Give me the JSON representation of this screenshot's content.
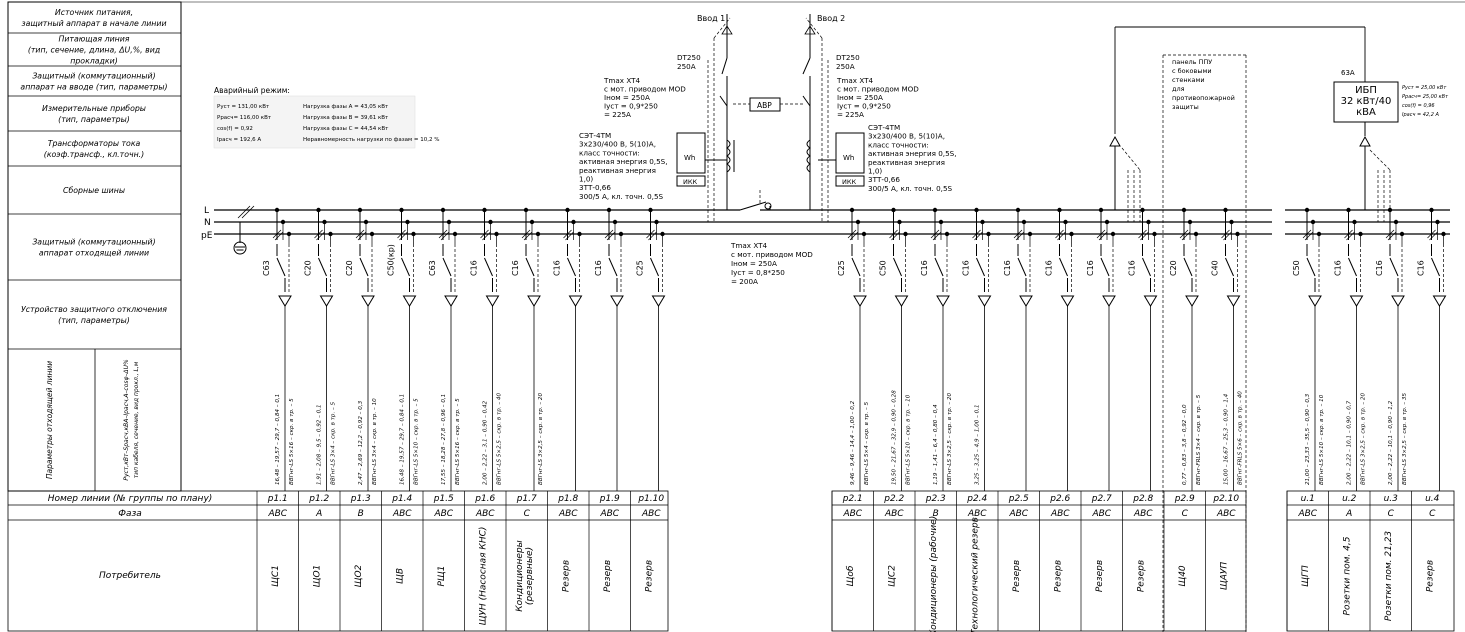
{
  "left_header_rows": [
    "Источник питания,\nзащитный аппарат в начале линии",
    "Питающая линия\n(тип, сечение, длина, ΔU,%, вид\nпрокладки)",
    "Защитный (коммутационный)\nаппарат на вводе (тип, параметры)",
    "Измерительные приборы\n(тип, параметры)",
    "Трансформаторы тока\n(коэф.трансф., кл.точн.)",
    "Сборные шины",
    "Защитный (коммутационный)\nаппарат отходящей линии",
    "Устройство защитного отключения\n(тип, параметры)"
  ],
  "params_label": "Параметры отходящей линии",
  "params_sublabel": "Pуст,кВт–Sрасч,кВА–Iрасч,А–cosφ–ΔU%\nтип кабеля, сечение, вид прокл., L,м",
  "row_labels": {
    "line": "Номер линии (№ группы по плану)",
    "phase": "Фаза",
    "consumer": "Потребитель"
  },
  "bus": {
    "L": "L",
    "N": "N",
    "PE": "pE"
  },
  "emergency": {
    "title": "Аварийный режим:",
    "left": [
      "Pуст = 131,00 кВт",
      "Pрасч= 116,00 кВт",
      "cos(f) = 0,92",
      "Iрасч = 192,6 А"
    ],
    "right": [
      "Нагрузка фазы А = 43,05 кВт",
      "Нагрузка фазы В = 39,61 кВт",
      "Нагрузка фазы С = 44,54 кВт",
      "Неравномерность нагрузки по фазам = 10,2 %"
    ]
  },
  "input1": {
    "name": "Ввод 1",
    "dt": [
      "DT250",
      "250A"
    ],
    "breaker": [
      "Tmax XT4",
      "с мот. приводом MOD",
      "Iном = 250A",
      "Iуст = 0,9*250",
      "= 225A"
    ],
    "meter": [
      "СЭТ-4ТМ",
      "3х230/400 В, 5(10)А,",
      "класс точности:",
      "активная энергия 0,5S,",
      "реактивная энергия",
      "1,0)",
      "3ТТ-0,66",
      "300/5 А, кл. точн. 0,5S"
    ]
  },
  "input2": {
    "name": "Ввод 2",
    "dt": [
      "DT250",
      "250A"
    ],
    "breaker": [
      "Tmax XT4",
      "с мот. приводом MOD",
      "Iном = 250A",
      "Iуст = 0,9*250",
      "= 225A"
    ],
    "meter": [
      "СЭТ-4ТМ",
      "3х230/400 В, 5(10)А,",
      "класс точности:",
      "активная энергия 0,5S,",
      "реактивная энергия",
      "1,0)",
      "3ТТ-0,66",
      "300/5 А, кл. точн. 0,5S"
    ]
  },
  "avr": "АВР",
  "wh": "Wh",
  "ikk": "ИКК",
  "sectional": [
    "Tmax XT4",
    "с мот. приводом MOD",
    "Iном = 250A",
    "Iуст = 0,8*250",
    "= 200A"
  ],
  "ppu_note": "панель ППУ\nс боковыми\nстенками\nдля\nпротивопожарной\nзащиты",
  "ups": {
    "breaker": "63А",
    "label": "ИБП\n32 кВт/40\nкВА",
    "params": [
      "Pуст = 25,00 кВт",
      "Pрасч= 25,00 кВт",
      "cos(f) = 0,96",
      "Iрасч = 42,2 А"
    ]
  },
  "groups": [
    {
      "id": "p1.1",
      "phase": "ABC",
      "consumer": "ЩС1",
      "breaker": "C63",
      "p1": "16,48 – 19,57 – 29,7 – 0,84 – 0,1",
      "p2": "ВВГнг-LS 5×16 – скр. в тр. – 5"
    },
    {
      "id": "p1.2",
      "phase": "A",
      "consumer": "ЩО1",
      "breaker": "C20",
      "p1": "1,91 – 2,08 – 9,5 – 0,92 – 0,1",
      "p2": "ВВГнг-LS 3×4 – скр. в тр. – 5"
    },
    {
      "id": "p1.3",
      "phase": "B",
      "consumer": "ЩО2",
      "breaker": "C20",
      "p1": "2,47 – 2,69 – 12,2 – 0,92 – 0,3",
      "p2": "ВВГнг-LS 3×4 – скр. в тр. – 10"
    },
    {
      "id": "p1.4",
      "phase": "ABC",
      "consumer": "ЩВ",
      "breaker": "C50(кр)",
      "p1": "16,48 – 19,57 – 29,7 – 0,84 – 0,1",
      "p2": "ВВГнг-LS 5×10 – скр. в тр. – 5"
    },
    {
      "id": "p1.5",
      "phase": "ABC",
      "consumer": "РЩ1",
      "breaker": "C63",
      "p1": "17,55 – 18,28 – 27,8 – 0,96 – 0,1",
      "p2": "ВВГнг-LS 5×16 – скр. в тр. – 5"
    },
    {
      "id": "p1.6",
      "phase": "ABC",
      "consumer": "ЩУН (Насосная КНС)",
      "breaker": "C16",
      "p1": "2,00 – 2,22 – 3,1 – 0,90 – 0,42",
      "p2": "ВВГнг-LS 5×2,5 – скр. в тр. – 40"
    },
    {
      "id": "p1.7",
      "phase": "C",
      "consumer": "Кондиционеры\n(резервные)",
      "breaker": "C16",
      "p1": "",
      "p2": "ВВГнг-LS 3×2,5 – скр. в тр. – 20"
    },
    {
      "id": "p1.8",
      "phase": "ABC",
      "consumer": "Резерв",
      "breaker": "C16",
      "p1": "",
      "p2": ""
    },
    {
      "id": "p1.9",
      "phase": "ABC",
      "consumer": "Резерв",
      "breaker": "C16",
      "p1": "",
      "p2": ""
    },
    {
      "id": "p1.10",
      "phase": "ABC",
      "consumer": "Резерв",
      "breaker": "C25",
      "p1": "",
      "p2": ""
    },
    {
      "id": "p2.1",
      "phase": "ABC",
      "consumer": "Щоб",
      "breaker": "C25",
      "p1": "9,46 – 9,46 – 14,4 – 1,00 – 0,2",
      "p2": "ВВГнг-LS 5×4 – скр. в тр. – 5"
    },
    {
      "id": "p2.2",
      "phase": "ABC",
      "consumer": "ЩС2",
      "breaker": "C50",
      "p1": "19,50 – 21,67 – 32,9 – 0,90 – 0,28",
      "p2": "ВВГнг-LS 5×10 – скр. в тр. – 10"
    },
    {
      "id": "p2.3",
      "phase": "B",
      "consumer": "Кондиционеры (рабочие)",
      "breaker": "C16",
      "p1": "1,19 – 1,41 – 6,4 – 0,80 – 0,4",
      "p2": "ВВГнг-LS 3×2,5 – скр. в тр. – 20"
    },
    {
      "id": "p2.4",
      "phase": "ABC",
      "consumer": "Технологический резерв",
      "breaker": "C16",
      "p1": "3,25 – 3,25 – 4,9 – 1,00 – 0,1",
      "p2": ""
    },
    {
      "id": "p2.5",
      "phase": "ABC",
      "consumer": "Резерв",
      "breaker": "C16",
      "p1": "",
      "p2": ""
    },
    {
      "id": "p2.6",
      "phase": "ABC",
      "consumer": "Резерв",
      "breaker": "C16",
      "p1": "",
      "p2": ""
    },
    {
      "id": "p2.7",
      "phase": "ABC",
      "consumer": "Резерв",
      "breaker": "C16",
      "p1": "",
      "p2": ""
    },
    {
      "id": "p2.8",
      "phase": "ABC",
      "consumer": "Резерв",
      "breaker": "C16",
      "p1": "",
      "p2": ""
    },
    {
      "id": "p2.9",
      "phase": "C",
      "consumer": "Щ40",
      "breaker": "C20",
      "p1": "0,77 – 0,83 – 3,8 – 0,92 – 0,0",
      "p2": "ВВГнг-FRLS 3×4 – скр. в тр. – 5"
    },
    {
      "id": "p2.10",
      "phase": "ABC",
      "consumer": "ЩАУП",
      "breaker": "C40",
      "p1": "15,00 – 16,67 – 25,3 – 0,90 – 1,4",
      "p2": "ВВГнг-FRLS 5×6 – скр. в тр. – 40"
    },
    {
      "id": "u.1",
      "phase": "ABC",
      "consumer": "ЩГП",
      "breaker": "C50",
      "p1": "21,00 – 23,33 – 35,5 – 0,90 – 0,3",
      "p2": "ВВГнг-LS 5×10 – скр. в тр. – 10"
    },
    {
      "id": "u.2",
      "phase": "A",
      "consumer": "Розетки пом. 4,5",
      "breaker": "C16",
      "p1": "2,00 – 2,22 – 10,1 – 0,90 – 0,7",
      "p2": "ВВГнг-LS 3×2,5 – скр. в тр. – 20"
    },
    {
      "id": "u.3",
      "phase": "C",
      "consumer": "Розетки пом. 21,23",
      "breaker": "C16",
      "p1": "2,00 – 2,22 – 10,1 – 0,90 – 1,2",
      "p2": "ВВГнг-LS 3×2,5 – скр. в тр. – 35"
    },
    {
      "id": "u.4",
      "phase": "C",
      "consumer": "Резерв",
      "breaker": "C16",
      "p1": "",
      "p2": ""
    }
  ]
}
